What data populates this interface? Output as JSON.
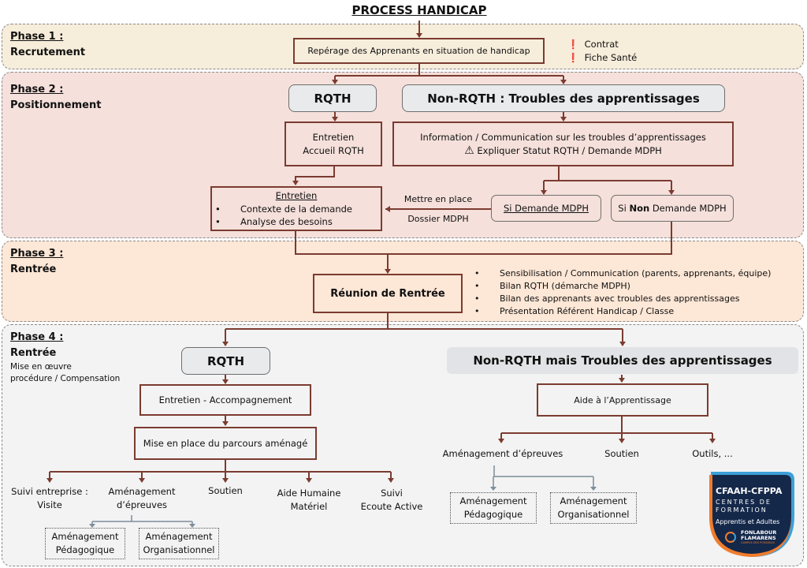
{
  "title": "PROCESS HANDICAP",
  "colors": {
    "connector": "#7b3b30",
    "sub_connector": "#7d8d99",
    "phase1_bg": "#f7eddb",
    "phase2_bg": "#f5e0db",
    "phase3_bg": "#fde7d6",
    "phase4_bg": "#f3f3f3",
    "logo_navy": "#14284a",
    "logo_orange": "#f07c2c",
    "logo_blue": "#3ca0d8"
  },
  "phase1": {
    "label": "Phase 1 :",
    "name": "Recrutement",
    "box": "Repérage des Apprenants en situation de handicap",
    "alerts": [
      {
        "icon": "alert-icon",
        "text": "Contrat"
      },
      {
        "icon": "alert-icon",
        "text": "Fiche Santé"
      }
    ]
  },
  "phase2": {
    "label": "Phase 2 :",
    "name": "Positionnement",
    "rqth": "RQTH",
    "non_rqth": "Non-RQTH : Troubles des apprentissages",
    "entretien_accueil": [
      "Entretien",
      "Accueil RQTH"
    ],
    "info_line1": "Information / Communication sur les troubles d’apprentissages",
    "info_line2": "Expliquer Statut RQTH / Demande MDPH",
    "entretien_title": "Entretien",
    "entretien_items": [
      "Contexte de la demande",
      "Analyse des besoins"
    ],
    "mettre_en_place": "Mettre en place",
    "dossier_mdph": "Dossier MDPH",
    "si_demande": "Si Demande MDPH",
    "si_non_pre": "Si",
    "si_non_bold": "Non",
    "si_non_post": "Demande MDPH"
  },
  "phase3": {
    "label": "Phase 3 :",
    "name": "Rentrée",
    "box": "Réunion de Rentrée",
    "items": [
      "Sensibilisation / Communication (parents, apprenants, équipe)",
      "Bilan RQTH (démarche MDPH)",
      "Bilan des apprenants avec troubles des apprentissages",
      "Présentation Référent Handicap / Classe"
    ]
  },
  "phase4": {
    "label": "Phase 4 :",
    "name": "Rentrée",
    "sub1": "Mise en œuvre",
    "sub2": "procédure / Compensation",
    "rqth": "RQTH",
    "entretien": "Entretien - Accompagnement",
    "parcours": "Mise en place du parcours aménagé",
    "rqth_outputs": [
      [
        "Suivi entreprise :",
        "Visite"
      ],
      [
        "Aménagement",
        "d’épreuves"
      ],
      [
        "Soutien"
      ],
      [
        "Aide Humaine",
        "Matériel"
      ],
      [
        "Suivi",
        "Ecoute Active"
      ]
    ],
    "rqth_sub": [
      [
        "Aménagement",
        "Pédagogique"
      ],
      [
        "Aménagement",
        "Organisationnel"
      ]
    ],
    "non_rqth": "Non-RQTH  mais Troubles des apprentissages",
    "aide": "Aide à l’Apprentissage",
    "non_outputs": [
      "Aménagement d’épreuves",
      "Soutien",
      "Outils, ..."
    ],
    "non_sub": [
      [
        "Aménagement",
        "Pédagogique"
      ],
      [
        "Aménagement",
        "Organisationnel"
      ]
    ]
  },
  "logo": {
    "line1": "CFAAH-CFPPA",
    "line2": "CENTRES DE",
    "line3": "FORMATION",
    "line4": "Apprentis et Adultes",
    "line5": "FONLABOUR",
    "line6": "FLAMARENS",
    "line7": "CAMPUS DES POSSIBLES"
  }
}
